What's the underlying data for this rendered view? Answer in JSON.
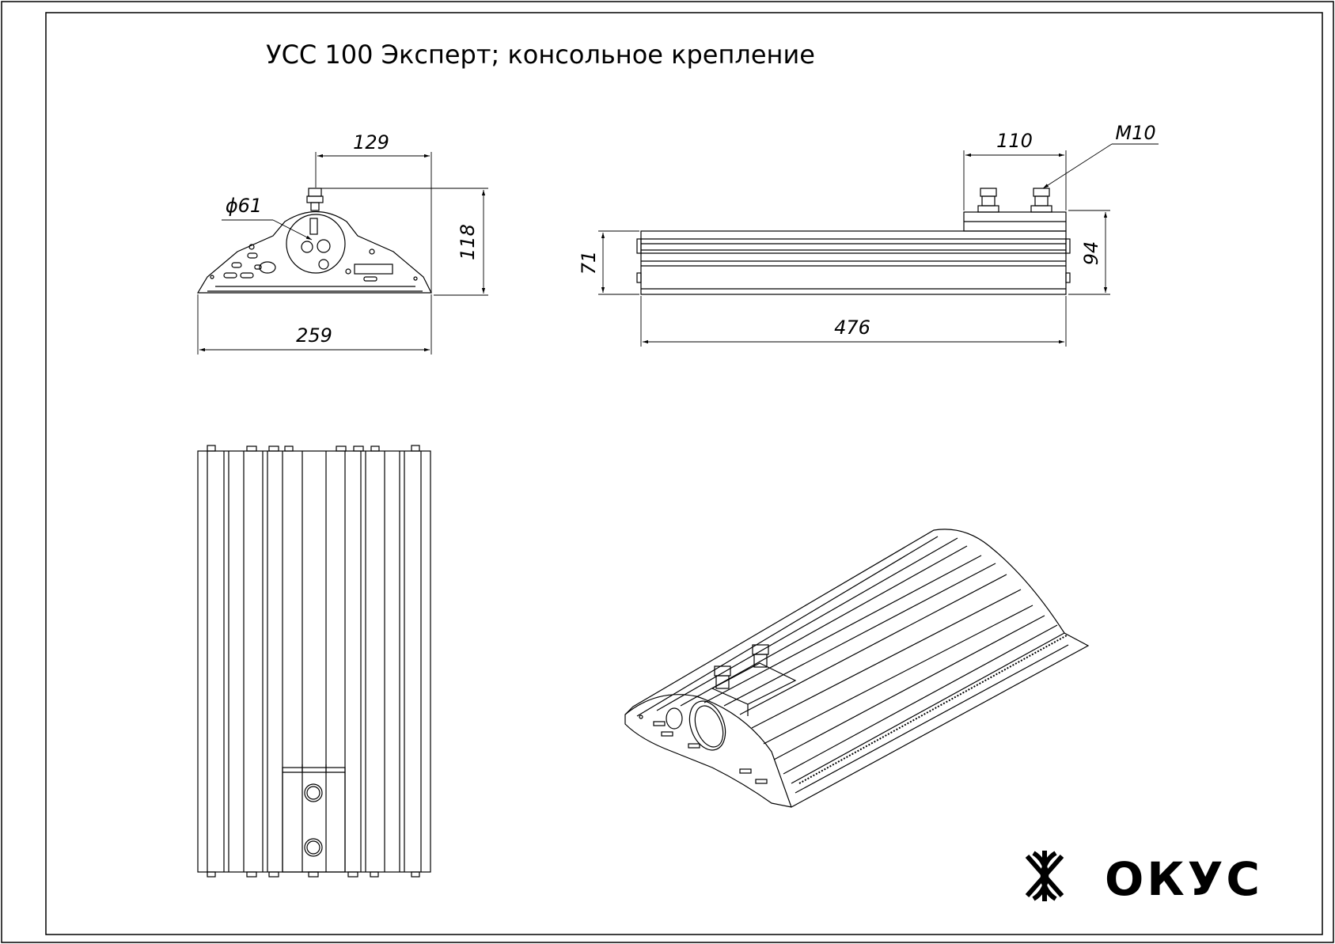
{
  "title": "УСС 100 Эксперт; консольное крепление",
  "dimensions": {
    "front_top_width": "129",
    "front_diameter": "ϕ61",
    "front_height": "118",
    "front_width": "259",
    "side_bracket_width": "110",
    "side_thread": "M10",
    "side_height_left": "71",
    "side_height_right": "94",
    "side_length": "476"
  },
  "logo": "ФОКУС"
}
